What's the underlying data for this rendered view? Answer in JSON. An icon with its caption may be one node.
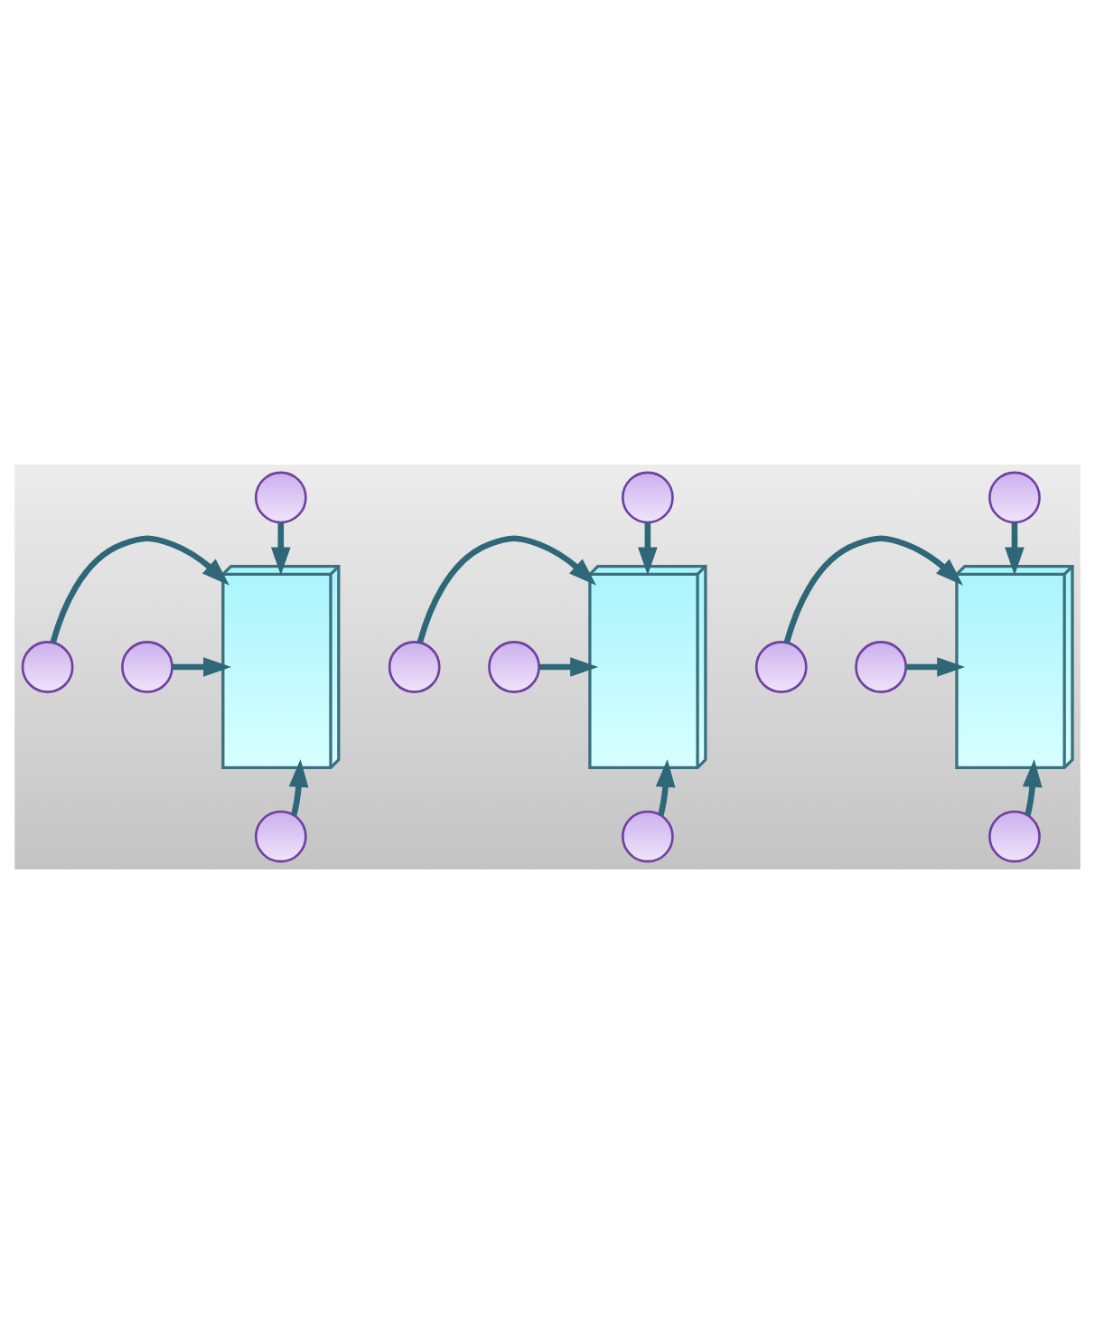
{
  "diagram": {
    "nodes": [
      {
        "text": [],
        "shape": "box"
      },
      {
        "text": [],
        "shape": "box"
      },
      {
        "text": [],
        "shape": "box"
      },
      {
        "text": [],
        "shape": "circle"
      },
      {
        "text": [],
        "shape": "circle"
      },
      {
        "text": [],
        "shape": "circle"
      },
      {
        "text": [],
        "shape": "circle"
      },
      {
        "text": [],
        "shape": "circle"
      },
      {
        "text": [],
        "shape": "circle"
      },
      {
        "text": [],
        "shape": "circle"
      },
      {
        "text": [],
        "shape": "circle"
      },
      {
        "text": [],
        "shape": "circle"
      },
      {
        "text": [],
        "shape": "circle"
      },
      {
        "text": [],
        "shape": "circle"
      },
      {
        "text": [],
        "shape": "circle"
      }
    ],
    "edges": [
      {
        "from": 3,
        "to": 0,
        "arrow": "to"
      },
      {
        "from": 4,
        "to": 0,
        "arrow": "to"
      },
      {
        "from": 5,
        "to": 0,
        "arrow": "to"
      },
      {
        "from": 6,
        "to": 0,
        "arrow": "to"
      },
      {
        "from": 7,
        "to": 1,
        "arrow": "to"
      },
      {
        "from": 8,
        "to": 1,
        "arrow": "to"
      },
      {
        "from": 9,
        "to": 1,
        "arrow": "to"
      },
      {
        "from": 10,
        "to": 1,
        "arrow": "to"
      },
      {
        "from": 11,
        "to": 2,
        "arrow": "to"
      },
      {
        "from": 12,
        "to": 2,
        "arrow": "to"
      },
      {
        "from": 13,
        "to": 2,
        "arrow": "to"
      },
      {
        "from": 14,
        "to": 2,
        "arrow": "to"
      }
    ]
  }
}
